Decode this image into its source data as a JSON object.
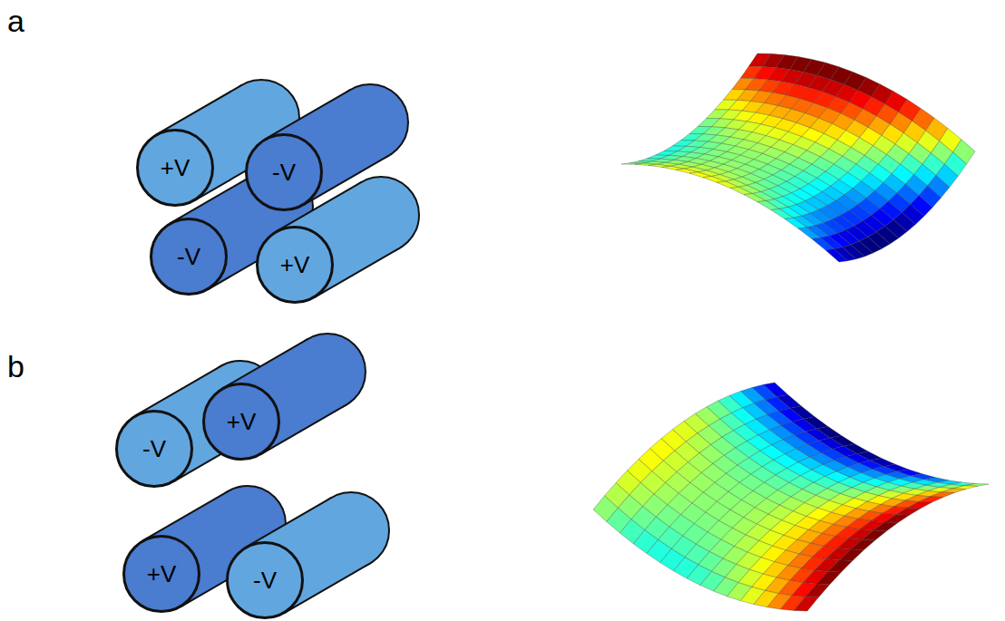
{
  "diagram": {
    "nodes": [
      {
        "text": [
          "+V"
        ]
      },
      {
        "text": [
          "-V"
        ]
      },
      {
        "text": [
          "-V"
        ]
      },
      {
        "text": [
          "+V"
        ]
      },
      {
        "text": [
          "-V"
        ]
      },
      {
        "text": [
          "+V"
        ]
      },
      {
        "text": [
          "+V"
        ]
      },
      {
        "text": [
          "-V"
        ]
      }
    ],
    "labels": [
      "a",
      "b"
    ]
  }
}
